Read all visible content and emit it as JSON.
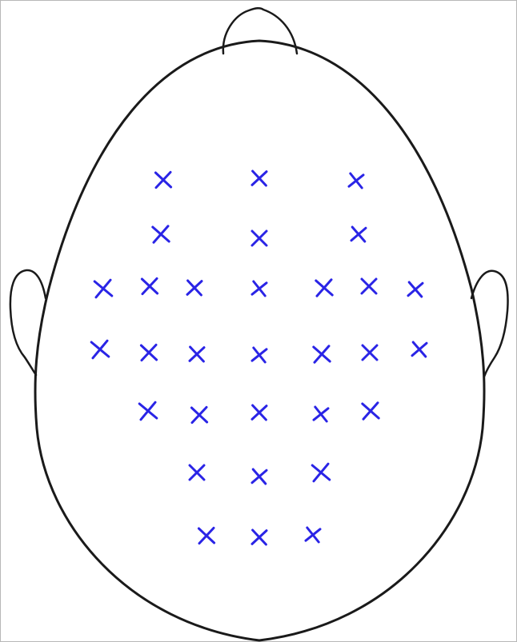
{
  "diagram": {
    "colors": {
      "outline": "#1a1a1a",
      "marker": "#2a24e6",
      "background": "#ffffff"
    },
    "parts": [
      "head-outline",
      "nose",
      "left-ear",
      "right-ear"
    ],
    "marker_symbol": "x",
    "electrode_rows": [
      3,
      3,
      7,
      7,
      5,
      3,
      3
    ],
    "electrode_count": 31
  }
}
